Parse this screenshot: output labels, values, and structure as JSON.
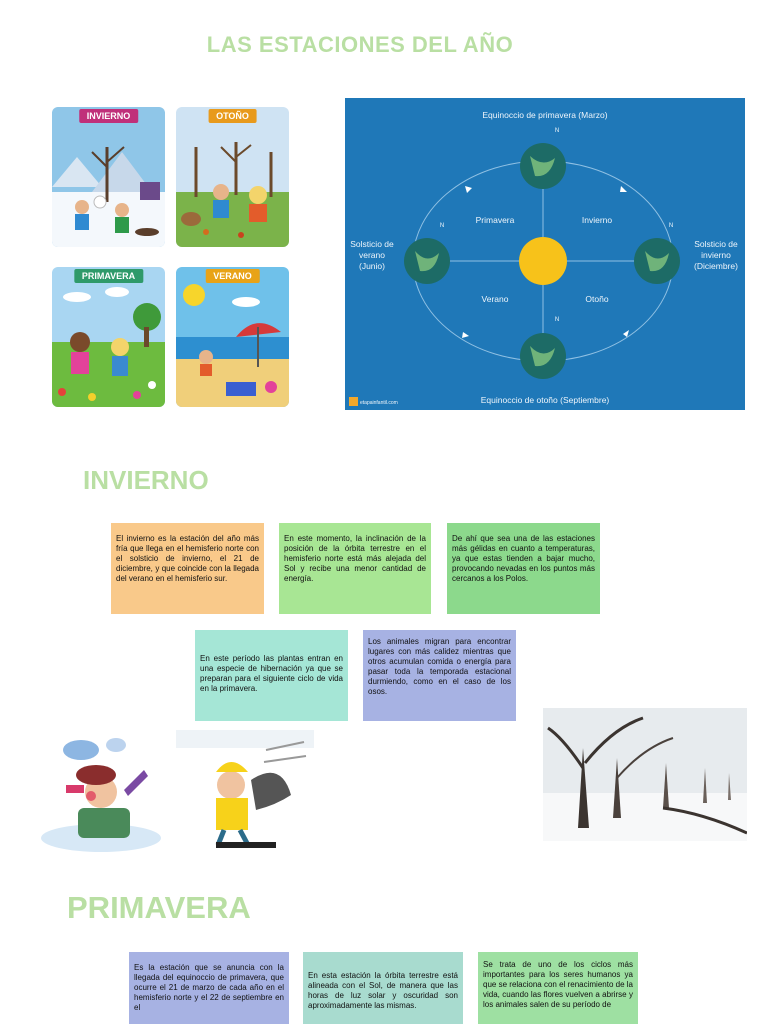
{
  "page": {
    "title": "LAS ESTACIONES DEL AÑO"
  },
  "seasons_illustration": {
    "labels": [
      "INVIERNO",
      "OTOÑO",
      "PRIMAVERA",
      "VERANO"
    ],
    "colors": {
      "invierno_tag": "#c0307a",
      "otono_tag": "#e89a1c",
      "primavera_tag": "#2f9a6a",
      "verano_tag": "#e8a317"
    }
  },
  "orbit_diagram": {
    "top_label": "Equinoccio de primavera (Marzo)",
    "bottom_label": "Equinoccio de otoño (Septiembre)",
    "left_label": "Solsticio de verano (Junio)",
    "right_label": "Solsticio de invierno (Diciembre)",
    "quadrants": [
      "Primavera",
      "Invierno",
      "Verano",
      "Otoño"
    ],
    "north_marker": "N",
    "credit": "etapainfantil.com",
    "background_color": "#1f78b8"
  },
  "invierno": {
    "heading": "INVIERNO",
    "boxes": [
      "El invierno es la estación del año más fría que llega en el hemisferio norte con el solsticio de invierno, el 21 de diciembre, y que coincide con la llegada del verano en el hemisferio sur.",
      "En este momento, la inclinación de la posición de la órbita terrestre en el hemisferio norte está más alejada del Sol y recibe una menor cantidad de energía.",
      "De ahí que sea una de las estaciones más gélidas en cuanto a temperaturas, ya que estas tienden a bajar mucho, provocando nevadas en los puntos más cercanos a los Polos.",
      "En este período las plantas entran en una especie de hibernación ya que se preparan para el siguiente ciclo de vida en la primavera.",
      "Los animales migran para encontrar lugares con más calidez mientras que otros acumulan comida o energía para pasar toda la temporada estacional durmiendo, como en el caso de los osos."
    ]
  },
  "primavera": {
    "heading": "PRIMAVERA",
    "boxes": [
      "Es la estación que se anuncia con la llegada del equinoccio de primavera, que ocurre el 21 de marzo de cada año en el hemisferio norte y el 22 de septiembre en el",
      "En esta estación la órbita terrestre está alineada con el Sol, de manera que las horas de luz solar y oscuridad son aproximadamente las mismas.",
      "Se trata de uno de los ciclos más importantes para los seres humanos ya que se relaciona con el renacimiento de la vida, cuando las flores vuelven a abrirse y los animales salen de su período de"
    ]
  }
}
